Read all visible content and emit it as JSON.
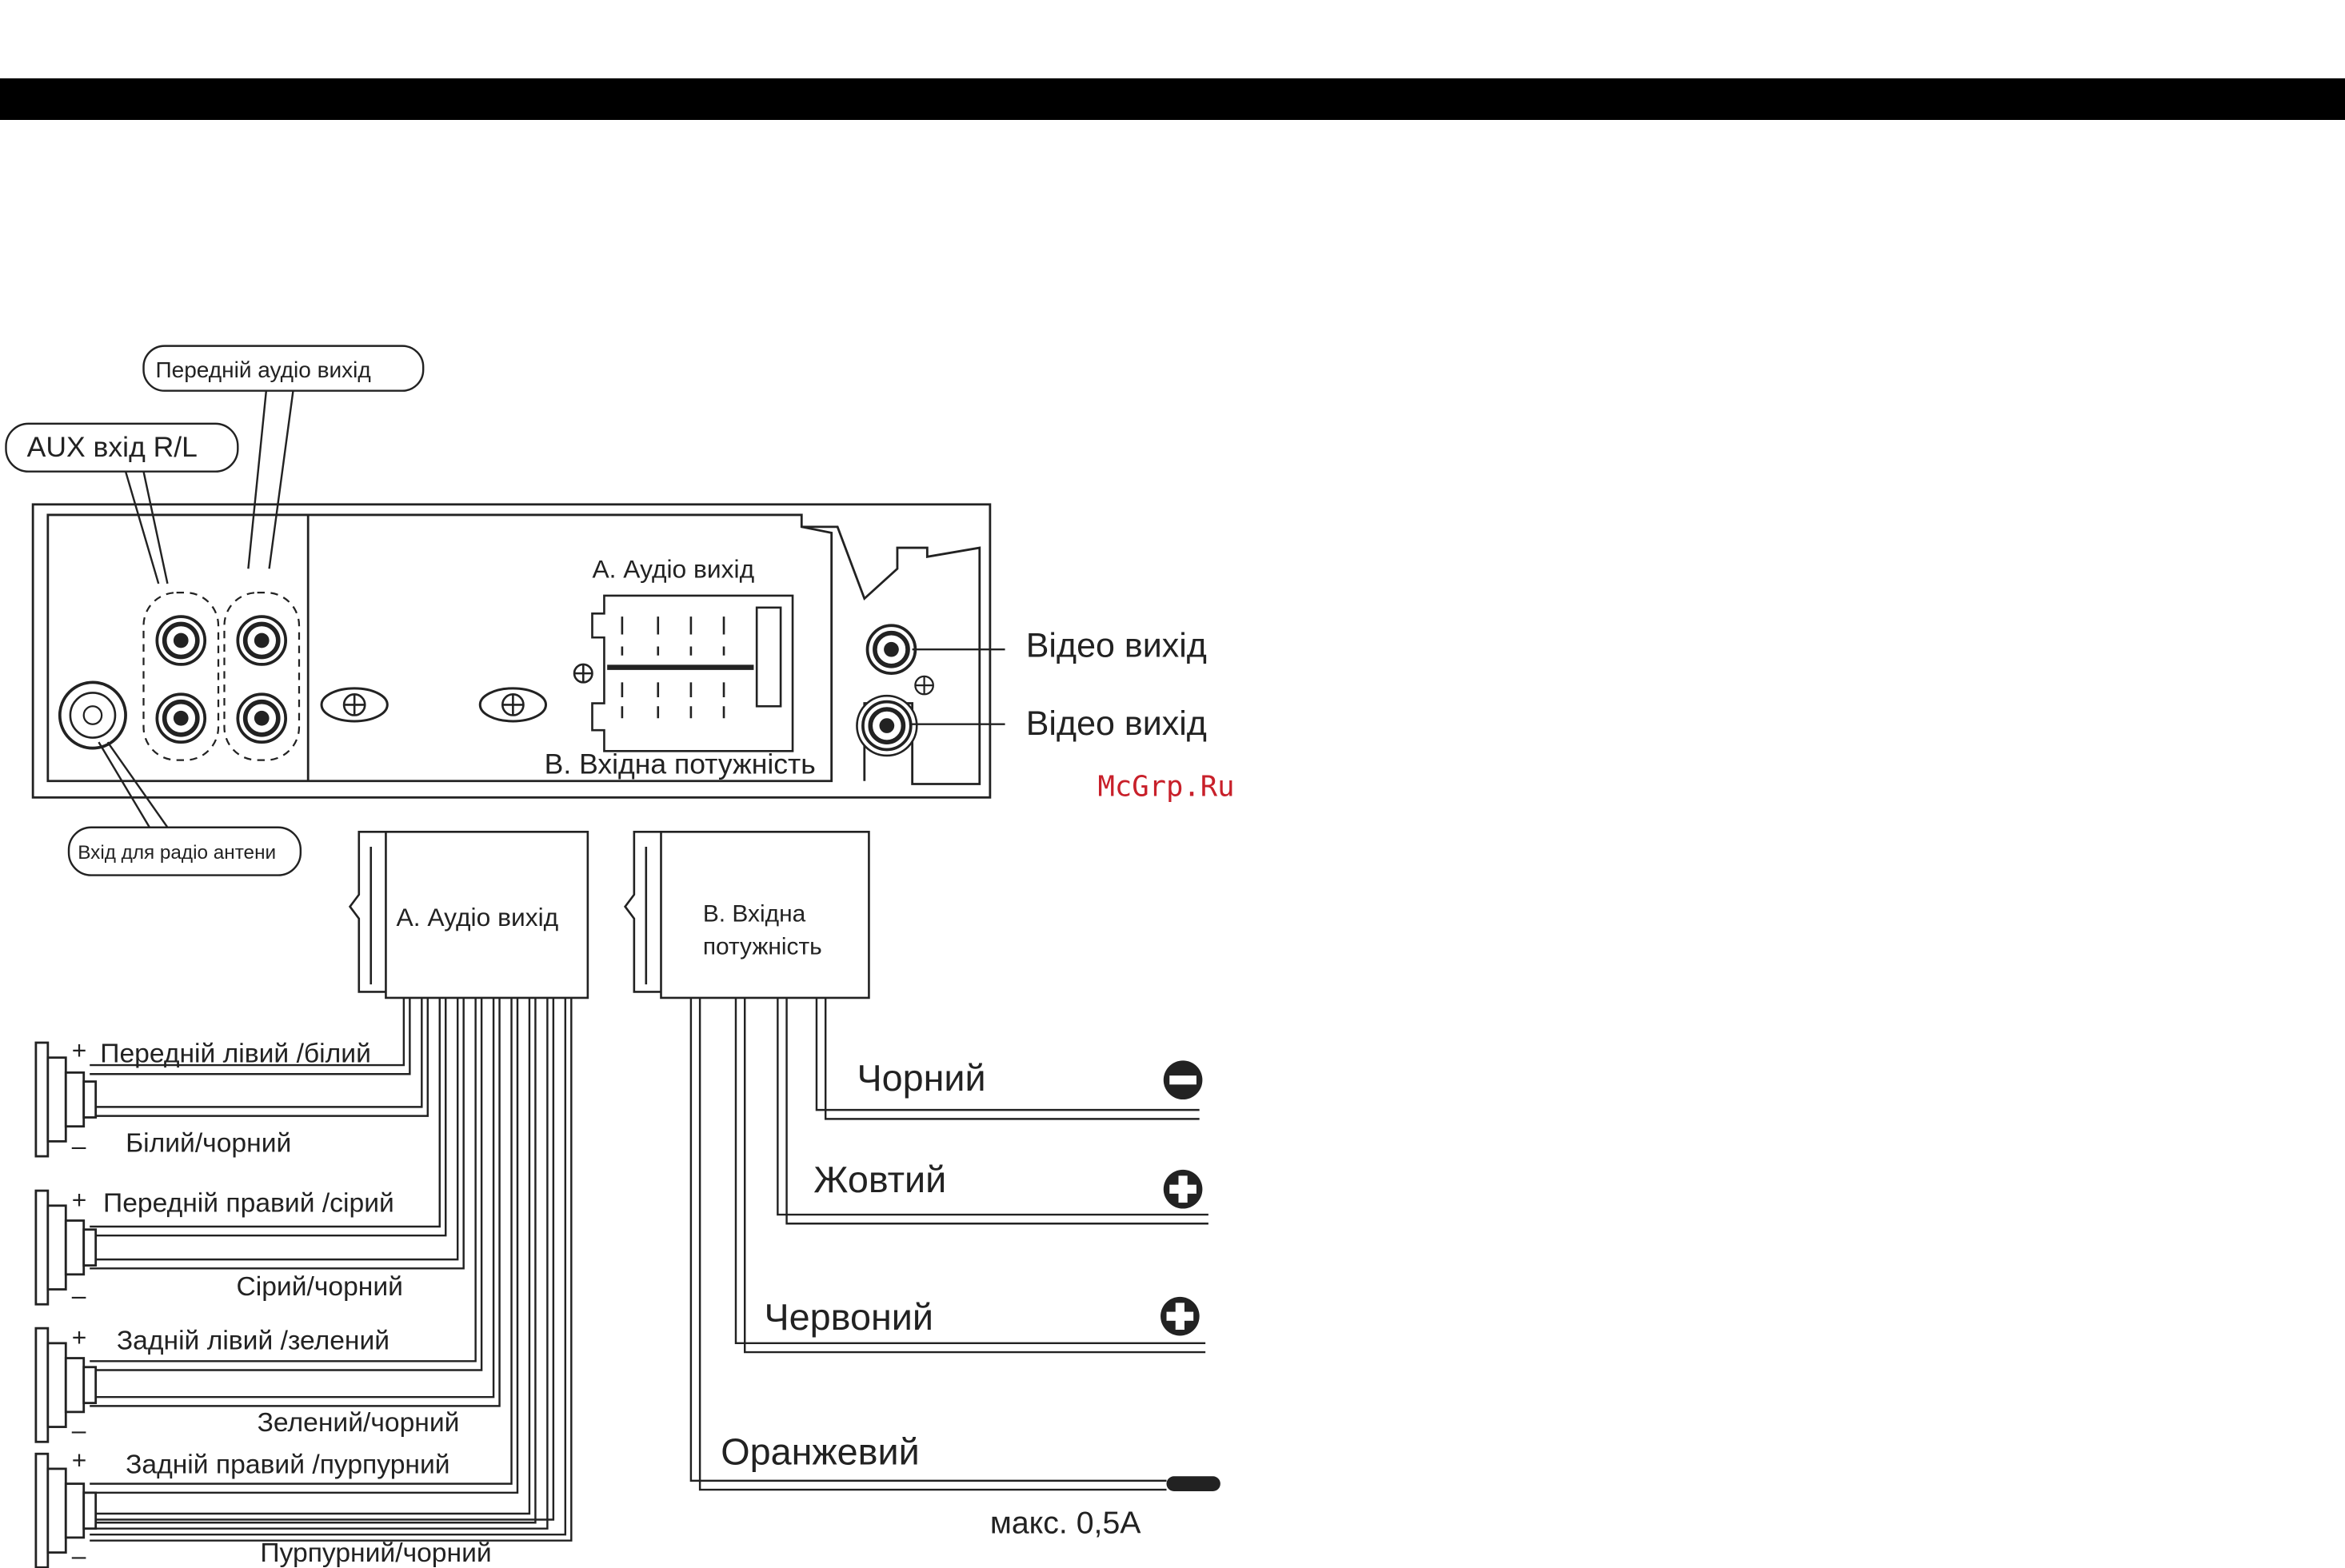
{
  "labels": {
    "front_audio_out": "Передній аудіо вихід",
    "aux_in": "AUX вхід R/L",
    "antenna_in": "Вхід для радіо антени",
    "conn_a_panel": "A. Аудіо вихід",
    "conn_b_panel": "B. Вхідна потужність",
    "video_out_1": "Відео вихід",
    "video_out_2": "Відео вихід",
    "plug_a": "A. Аудіо вихід",
    "plug_b_line1": "B. Вхідна",
    "plug_b_line2": "потужність"
  },
  "speakers": [
    {
      "plus": "+",
      "minus": "–",
      "positive": "Передній лівий /білий",
      "negative": "Білий/чорний"
    },
    {
      "plus": "+",
      "minus": "–",
      "positive": "Передній правий /сірий",
      "negative": "Сірий/чорний"
    },
    {
      "plus": "+",
      "minus": "–",
      "positive": "Задній лівий /зелений",
      "negative": "Зелений/чорний"
    },
    {
      "plus": "+",
      "minus": "–",
      "positive": "Задній правий /пурпурний",
      "negative": "Пурпурний/чорний"
    }
  ],
  "power_wires": [
    {
      "color": "Чорний",
      "polarity": "minus"
    },
    {
      "color": "Жовтий",
      "polarity": "plus"
    },
    {
      "color": "Червоний",
      "polarity": "plus"
    },
    {
      "color": "Оранжевий",
      "note": "макс. 0,5А"
    }
  ],
  "watermark": "McGrp.Ru",
  "colors": {
    "ink": "#222222",
    "bar": "#000000",
    "watermark": "#c8202a"
  }
}
